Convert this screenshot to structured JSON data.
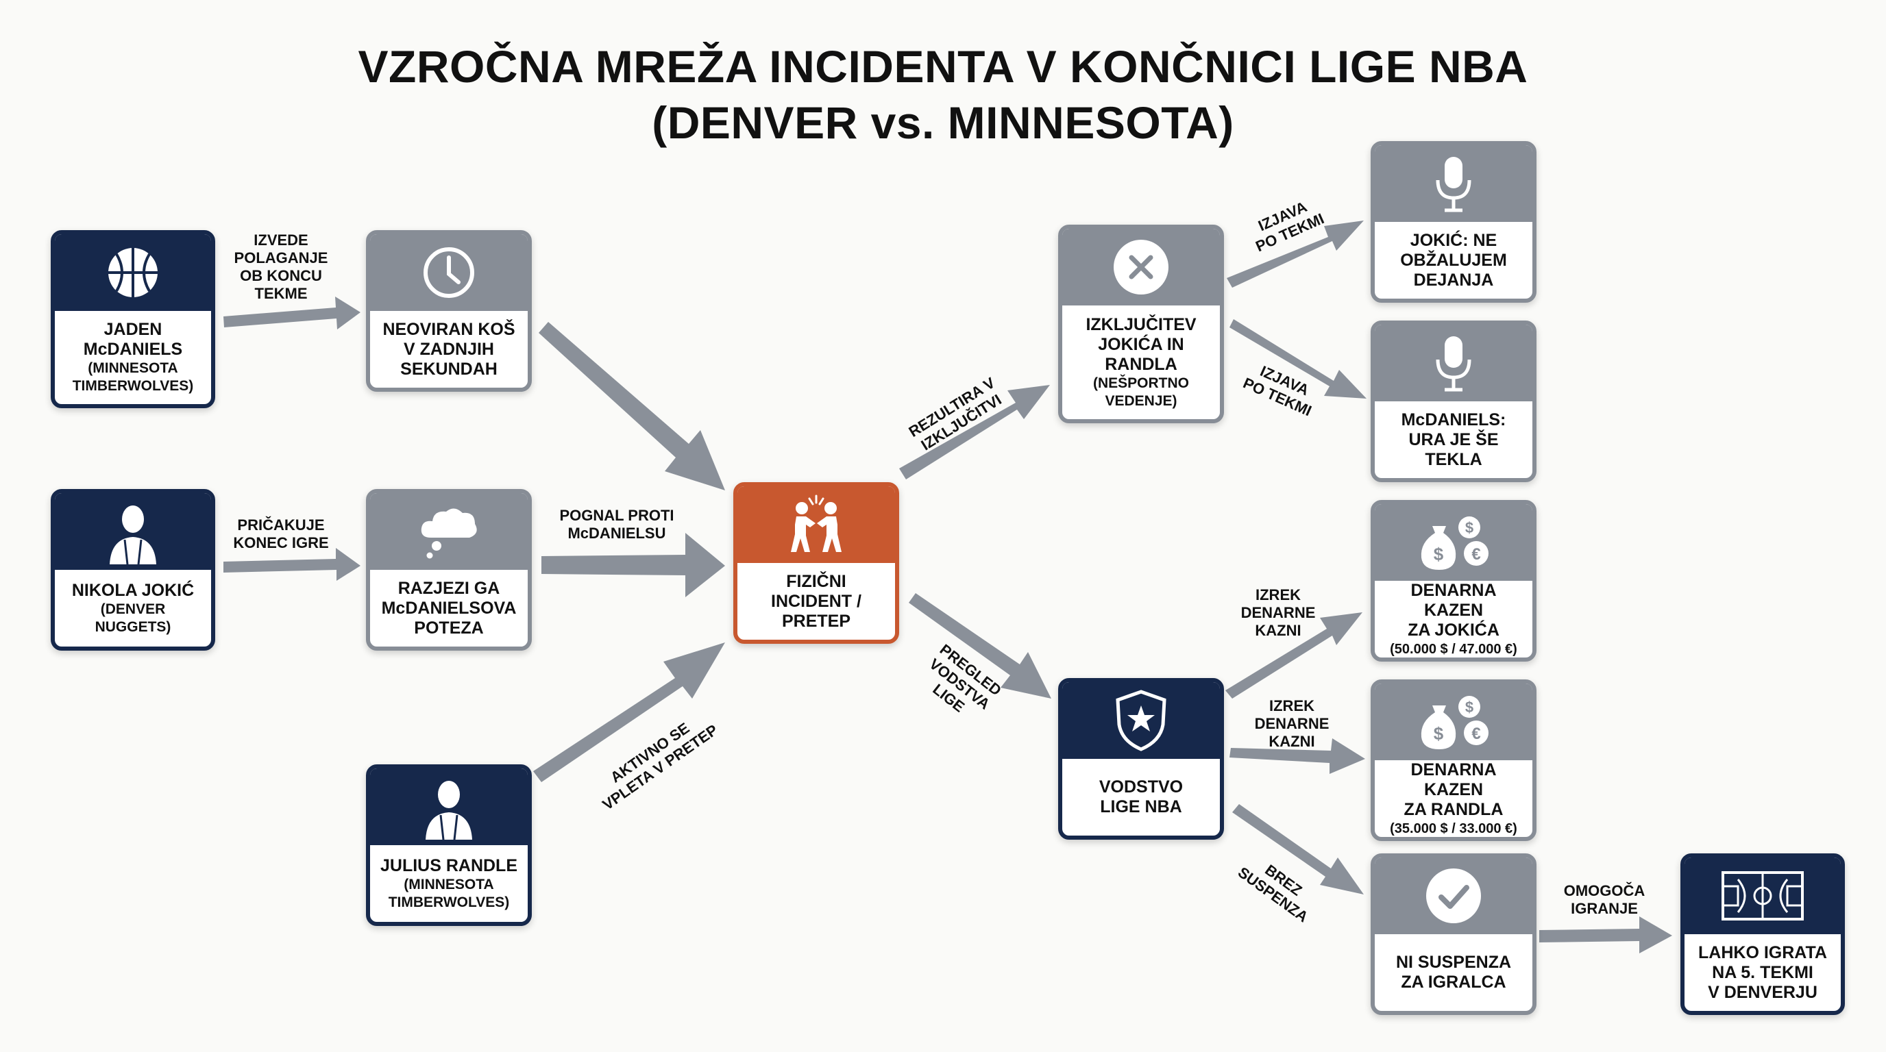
{
  "title": {
    "line1": "VZROČNA MREŽA INCIDENTA V KONČNICI LIGE NBA",
    "line2": "(DENVER vs. MINNESOTA)"
  },
  "nodes": {
    "mcdaniels": {
      "line1": "JADEN",
      "line2": "McDANIELS",
      "line3": "(MINNESOTA",
      "line4": "TIMBERWOLVES)",
      "icon": "basketball-icon"
    },
    "basket": {
      "line1": "NEOVIRAN KOŠ",
      "line2": "V ZADNJIH",
      "line3": "SEKUNDAH",
      "icon": "clock-icon"
    },
    "jokic": {
      "line1": "NIKOLA JOKIĆ",
      "line2": "(DENVER",
      "line3": "NUGGETS)",
      "icon": "player-icon"
    },
    "angered": {
      "line1": "RAZJEZI GA",
      "line2": "McDANIELSOVA",
      "line3": "POTEZA",
      "icon": "thought-cloud-icon"
    },
    "randle": {
      "line1": "JULIUS RANDLE",
      "line2": "(MINNESOTA",
      "line3": "TIMBERWOLVES)",
      "icon": "player-icon"
    },
    "incident": {
      "line1": "FIZIČNI",
      "line2": "INCIDENT /",
      "line3": "PRETEP",
      "icon": "fight-icon"
    },
    "ejection": {
      "line1": "IZKLJUČITEV",
      "line2": "JOKIĆA IN",
      "line3": "RANDLA",
      "line4": "(NEŠPORTNO",
      "line5": "VEDENJE)",
      "icon": "x-circle-icon"
    },
    "league": {
      "line1": "VODSTVO",
      "line2": "LIGE NBA",
      "icon": "league-shield-icon"
    },
    "jokic_statement": {
      "line1": "JOKIĆ: NE",
      "line2": "OBŽALUJEM",
      "line3": "DEJANJA",
      "icon": "microphone-icon"
    },
    "mcdaniels_statement": {
      "line1": "McDANIELS:",
      "line2": "URA JE ŠE",
      "line3": "TEKLA",
      "icon": "microphone-icon"
    },
    "fine_jokic": {
      "line1": "DENARNA KAZEN",
      "line2": "ZA JOKIĆA",
      "line3": "(50.000 $ / 47.000 €)",
      "icon": "money-bags-icon"
    },
    "fine_randle": {
      "line1": "DENARNA KAZEN",
      "line2": "ZA RANDLA",
      "line3": "(35.000 $ / 33.000 €)",
      "icon": "money-bags-icon"
    },
    "no_suspension": {
      "line1": "NI SUSPENZA",
      "line2": "ZA IGRALCA",
      "icon": "check-circle-icon"
    },
    "game5": {
      "line1": "LAHKO IGRATA",
      "line2": "NA 5. TEKMI",
      "line3": "V DENVERJU",
      "icon": "basketball-court-icon"
    }
  },
  "edges": {
    "lays_up": [
      "IZVEDE",
      "POLAGANJE",
      "OB KONCU",
      "TEKME"
    ],
    "expects_end": [
      "PRIČAKUJE",
      "KONEC IGRE"
    ],
    "pushed": [
      "POGNAL PROTI",
      "McDANIELSU"
    ],
    "joins": [
      "AKTIVNO SE",
      "VPLETA V PRETEP"
    ],
    "results": [
      "REZULTIRA V",
      "IZKLJUČITVI"
    ],
    "review": [
      "PREGLED",
      "VODSTVA",
      "LIGE"
    ],
    "statement1": [
      "IZJAVA",
      "PO TEKMI"
    ],
    "statement2": [
      "IZJAVA",
      "PO TEKMI"
    ],
    "fine1": [
      "IZREK",
      "DENARNE",
      "KAZNI"
    ],
    "fine2": [
      "IZREK",
      "DENARNE",
      "KAZNI"
    ],
    "no_susp": [
      "BREZ",
      "SUSPENZA"
    ],
    "allows": [
      "OMOGOČA",
      "IGRANJE"
    ]
  },
  "colors": {
    "navy": "#16284b",
    "gray": "#878d96",
    "orange": "#c8582f",
    "arrow": "#8a9099"
  }
}
